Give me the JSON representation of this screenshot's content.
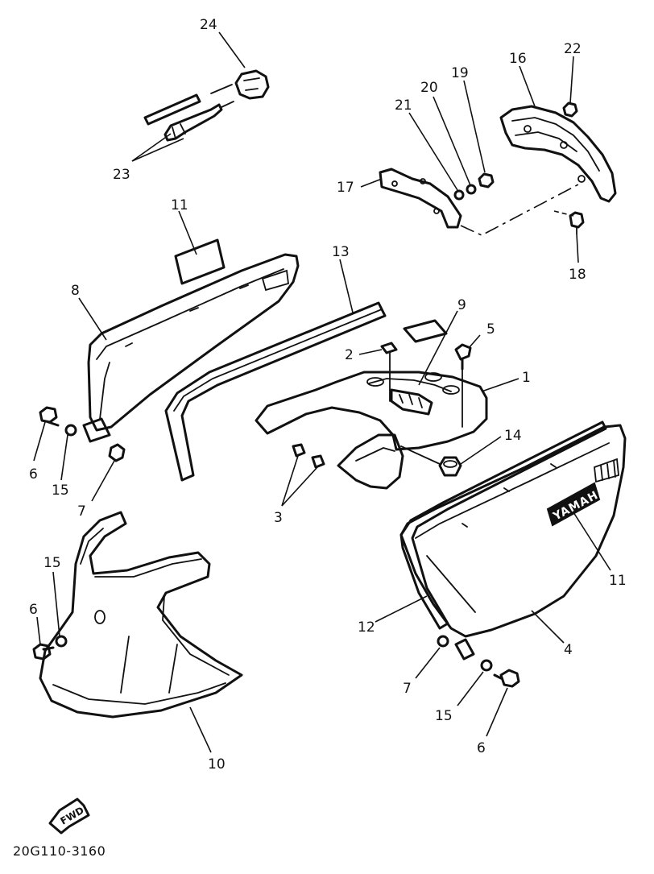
{
  "diagram": {
    "code": "20G110-3160",
    "direction": "FWD",
    "brand": "YAMAHA",
    "callouts": {
      "c24": "24",
      "c23": "23",
      "c16": "16",
      "c22": "22",
      "c20": "20",
      "c19": "19",
      "c21": "21",
      "c17": "17",
      "c18": "18",
      "c11a": "11",
      "c8": "8",
      "c13": "13",
      "c9": "9",
      "c5": "5",
      "c2": "2",
      "c1": "1",
      "c6a": "6",
      "c15a": "15",
      "c7a": "7",
      "c3": "3",
      "c14": "14",
      "c11b": "11",
      "c15b": "15",
      "c6b": "6",
      "c12": "12",
      "c4": "4",
      "c7b": "7",
      "c15c": "15",
      "c6c": "6",
      "c10": "10"
    }
  }
}
